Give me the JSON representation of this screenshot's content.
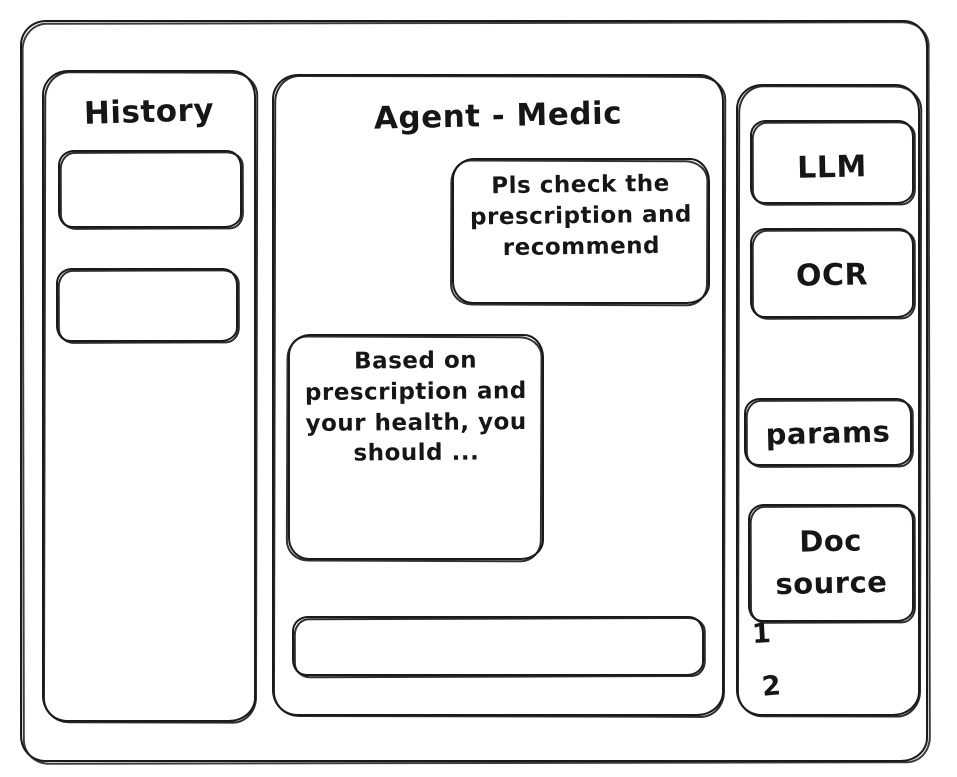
{
  "meta": {
    "style": "hand-drawn wireframe",
    "stroke_color": "#1a1a1a",
    "background_color": "#ffffff"
  },
  "window": {
    "frame_label": "app-window"
  },
  "sidebar": {
    "title": "History",
    "items": [
      {
        "label": "",
        "name": "history-item-1"
      },
      {
        "label": "",
        "name": "history-item-2"
      }
    ]
  },
  "chat": {
    "title": "Agent - Medic",
    "messages": [
      {
        "role": "user",
        "align": "right",
        "text": "Pls check the prescription and recommend"
      },
      {
        "role": "agent",
        "align": "left",
        "text": "Based on prescription and your health, you should ..."
      }
    ],
    "composer": {
      "value": "",
      "placeholder": ""
    }
  },
  "tools": {
    "buttons": [
      {
        "label": "LLM",
        "name": "tool-llm"
      },
      {
        "label": "OCR",
        "name": "tool-ocr"
      },
      {
        "label": "params",
        "name": "tool-params"
      }
    ],
    "doc_source": {
      "label": "Doc source",
      "references": [
        "1",
        "2"
      ]
    }
  }
}
